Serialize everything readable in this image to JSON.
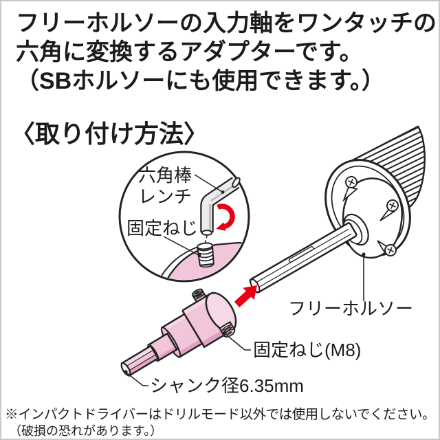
{
  "description": {
    "line1": "フリーホルソーの入力軸をワンタッチの",
    "line2": "六角に変換するアダプターです。",
    "line3": "（SBホルソーにも使用できます。）"
  },
  "section_heading": "〈取り付け方法〉",
  "diagram": {
    "labels": {
      "hex_wrench_line1": "六角棒",
      "hex_wrench_line2": "レンチ",
      "set_screw": "固定ねじ",
      "free_hole_saw": "フリーホルソー",
      "set_screw_m8": "固定ねじ(M8)",
      "shank_diameter": "シャンク径6.35mm"
    }
  },
  "note": {
    "line1": "※インパクトドライバーはドリルモード以外では使用しないでください。",
    "line2": "（破損の恐れがあります。）"
  },
  "colors": {
    "pink": "#f2c6da",
    "pink_light": "#f6d8e6",
    "red": "#e60012",
    "line": "#232323"
  }
}
